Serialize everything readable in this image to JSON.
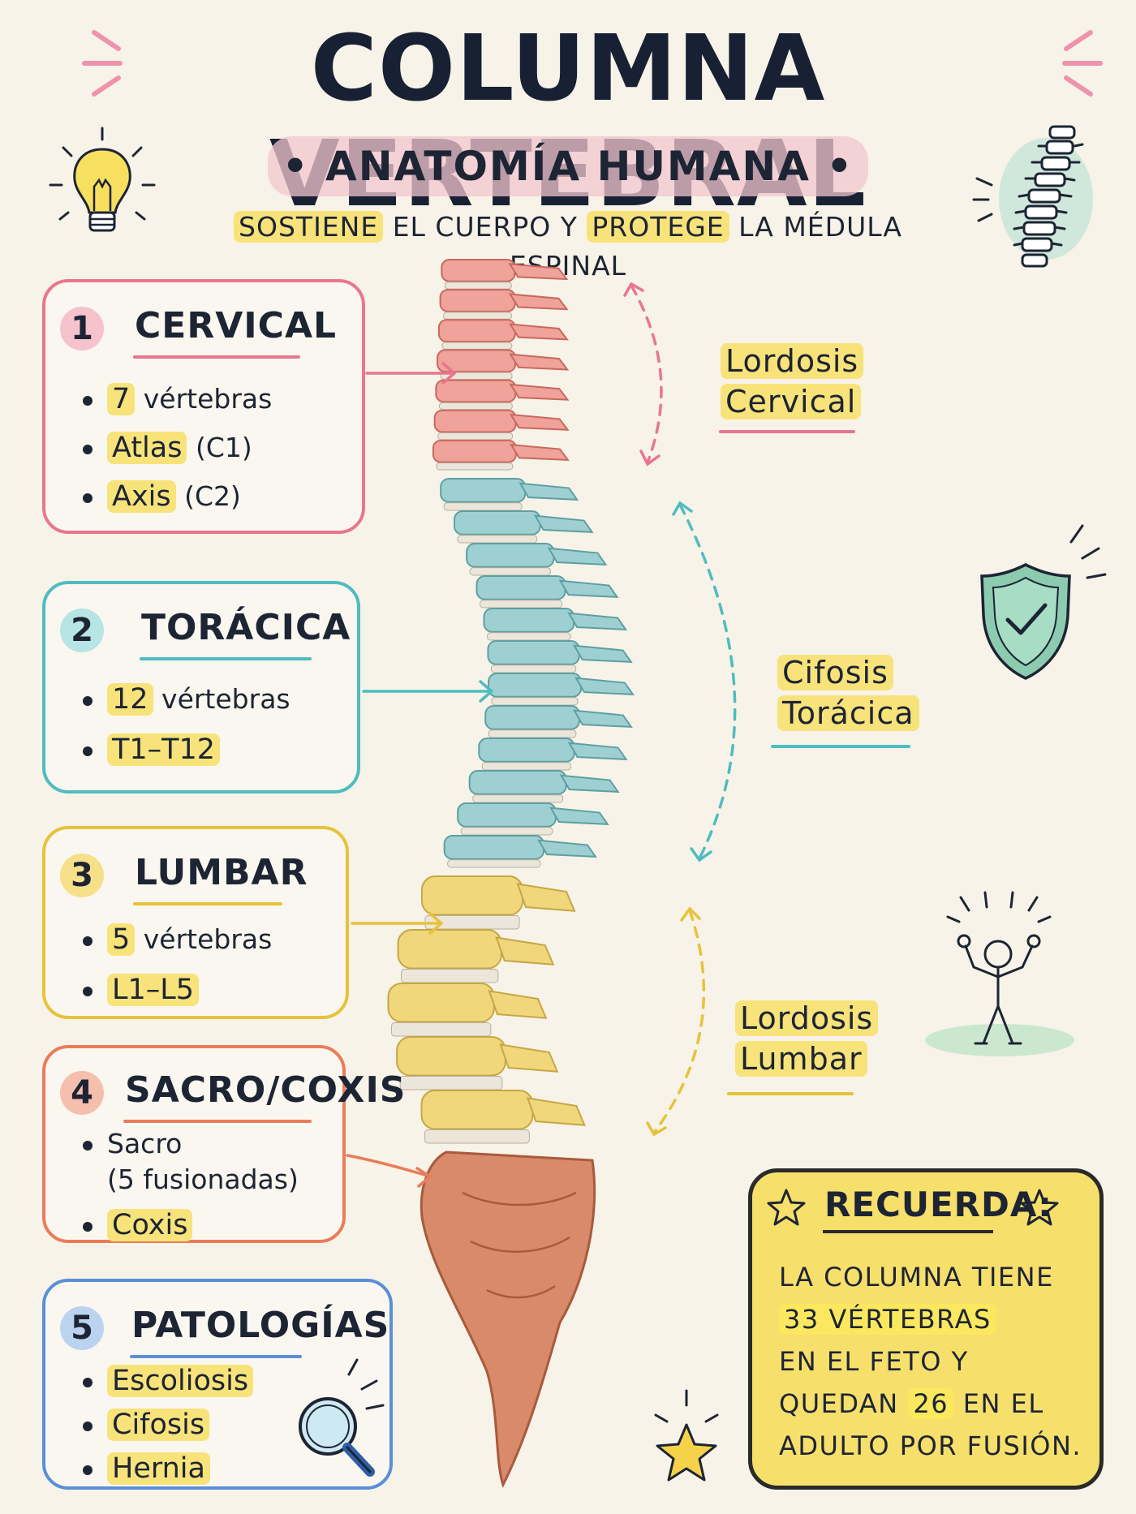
{
  "header": {
    "title": "COLUMNA VERTEBRAL",
    "subtitle": "• ANATOMÍA HUMANA •",
    "tagline": {
      "word1": "SOSTIENE",
      "text1": " EL CUERPO Y ",
      "word2": "PROTEGE",
      "text2": " LA MÉDULA ESPINAL"
    }
  },
  "sections": [
    {
      "number": "1",
      "title": "CERVICAL",
      "color": "#e9768f",
      "items": [
        {
          "highlight": "7",
          "text": " vértebras"
        },
        {
          "highlight": "Atlas",
          "text": " (C1)"
        },
        {
          "highlight": "Axis",
          "text": " (C2)"
        }
      ]
    },
    {
      "number": "2",
      "title": "TORÁCICA",
      "color": "#4fbcc0",
      "items": [
        {
          "highlight": "12",
          "text": " vértebras"
        },
        {
          "highlight": "T1–T12",
          "text": ""
        }
      ]
    },
    {
      "number": "3",
      "title": "LUMBAR",
      "color": "#e7c23b",
      "items": [
        {
          "highlight": "5",
          "text": " vértebras"
        },
        {
          "highlight": "L1–L5",
          "text": ""
        }
      ]
    },
    {
      "number": "4",
      "title": "SACRO/COXIS",
      "color": "#ea7c5a",
      "items": [
        {
          "line1": "Sacro",
          "line2": "(5 fusionadas)"
        },
        {
          "highlight": "Coxis",
          "text": ""
        }
      ]
    },
    {
      "number": "5",
      "title": "PATOLOGÍAS",
      "color": "#5b8fd6",
      "items": [
        {
          "highlight": "Escoliosis",
          "text": ""
        },
        {
          "highlight": "Cifosis",
          "text": ""
        },
        {
          "highlight": "Hernia",
          "text": ""
        }
      ]
    }
  ],
  "curves": [
    {
      "line1": "Lordosis",
      "line2": "Cervical",
      "color": "#e9768f"
    },
    {
      "line1": "Cifosis",
      "line2": "Torácica",
      "color": "#4fbcc0"
    },
    {
      "line1": "Lordosis",
      "line2": "Lumbar",
      "color": "#e7c23b"
    }
  ],
  "recuerda": {
    "title": "RECUERDA:",
    "l1": "LA COLUMNA TIENE",
    "l2h": "33 VÉRTEBRAS",
    "l3": "EN EL FETO Y",
    "l4a": "QUEDAN ",
    "l4h": "26",
    "l4b": " EN EL",
    "l5": "ADULTO POR FUSIÓN."
  },
  "icons": [
    "lightbulb-icon",
    "spine-icon",
    "shield-check-icon",
    "stick-figure-icon",
    "magnifier-icon",
    "star-icon"
  ]
}
